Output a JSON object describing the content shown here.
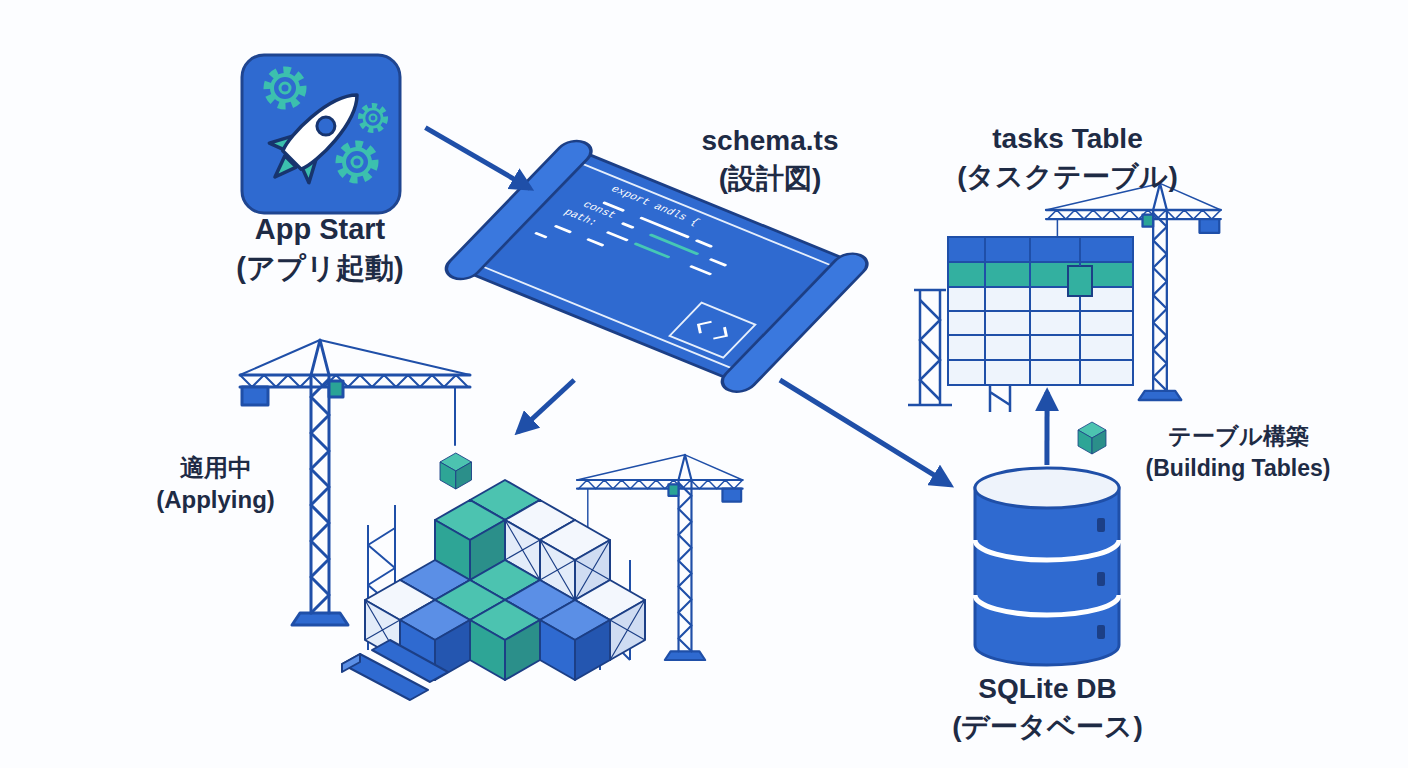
{
  "diagram": {
    "nodes": [
      {
        "text": [
          "App Start (アプリ起動)"
        ]
      },
      {
        "text": [
          "schema.ts (設計図)"
        ]
      },
      {
        "text": [
          "tasks Table (タスクテーブル)"
        ]
      },
      {
        "text": [
          "適用中 (Applying)"
        ]
      },
      {
        "text": [
          "SQLite DB (データベース)"
        ]
      }
    ],
    "edges": [
      {
        "from": 0,
        "to": 1,
        "arrow": "to"
      },
      {
        "from": 1,
        "to": 3,
        "arrow": "to"
      },
      {
        "from": 1,
        "to": 4,
        "arrow": "to"
      },
      {
        "from": 4,
        "to": 2,
        "label": "テーブル構築 (Building Tables)",
        "arrow": "to"
      }
    ],
    "labels": [
      "export andls {",
      "const",
      "path:"
    ]
  }
}
